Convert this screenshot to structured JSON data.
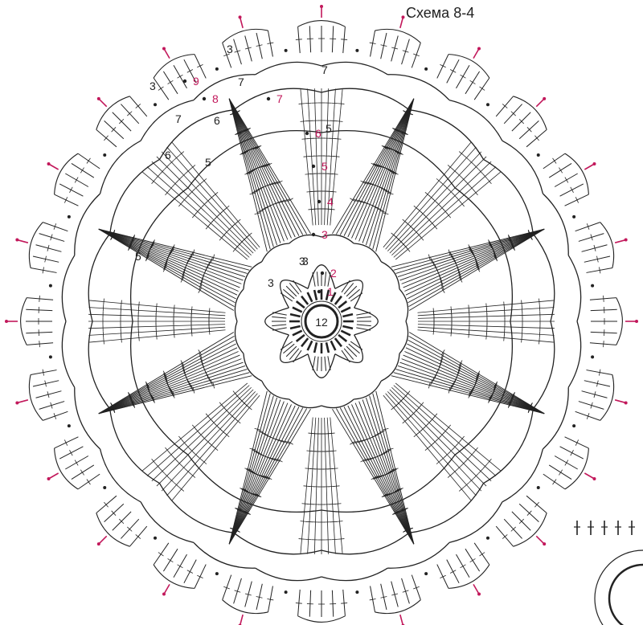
{
  "title": "Схема 8-4",
  "center_label": "12",
  "colors": {
    "ink": "#222222",
    "row_marker": "#c2185b"
  },
  "row_labels_black": [
    "3",
    "3",
    "3",
    "5",
    "5",
    "5",
    "6",
    "6",
    "7",
    "7",
    "7",
    "3",
    "3"
  ],
  "row_labels_magenta": [
    "1",
    "2",
    "3",
    "4",
    "5",
    "6",
    "7",
    "8",
    "9"
  ],
  "motif_count": 8,
  "edge_picot_count": 24
}
